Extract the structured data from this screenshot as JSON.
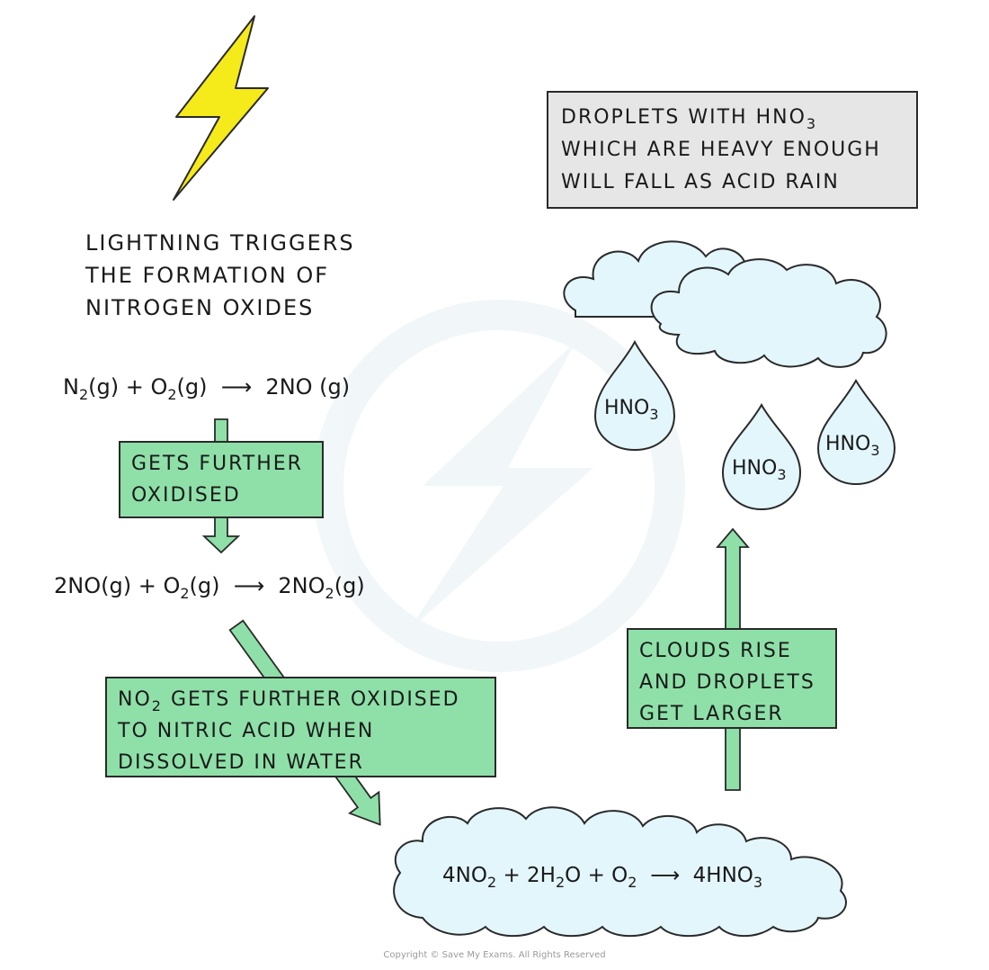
{
  "lightning": {
    "caption": [
      "LIGHTNING TRIGGERS",
      "THE FORMATION OF",
      "NITROGEN OXIDES"
    ]
  },
  "equation1": {
    "left": "N",
    "sub1": "2",
    "mid1": "(g) + O",
    "sub2": "2",
    "right": "(g)  ⟶  2NO (g)"
  },
  "step1_box": {
    "lines": [
      "GETS FURTHER",
      "OXIDISED"
    ]
  },
  "equation2": {
    "left": "2NO(g) + O",
    "sub1": "2",
    "mid": "(g)  ⟶  2NO",
    "sub2": "2",
    "right": "(g)"
  },
  "step2_box": {
    "l1a": "NO",
    "l1sub": "2",
    "l1b": " GETS FURTHER OXIDISED",
    "l2": "TO NITRIC ACID WHEN",
    "l3": "DISSOLVED IN WATER"
  },
  "equation3": {
    "a": "4NO",
    "asub": "2",
    "b": " + 2H",
    "bsub": "2",
    "c": "O + O",
    "csub": "2",
    "d": "  ⟶  4HNO",
    "dsub": "3"
  },
  "step3_box": {
    "lines": [
      "CLOUDS RISE",
      "AND DROPLETS",
      "GET LARGER"
    ]
  },
  "info_box": {
    "l1a": "DROPLETS WITH HNO",
    "l1sub": "3",
    "l2": "WHICH ARE HEAVY ENOUGH",
    "l3": "WILL FALL AS ACID RAIN"
  },
  "droplet_label": {
    "text": "HNO",
    "sub": "3"
  },
  "copyright": "Copyright © Save My Exams. All Rights Reserved",
  "colors": {
    "green_box": "#8ee0a8",
    "cloud": "#e3f6fc",
    "lightning": "#f5ea1a",
    "info_box": "#e6e6e6"
  },
  "icons": {
    "lightning": "lightning-bolt-icon",
    "cloud": "cloud-icon",
    "droplet": "raindrop-icon",
    "arrow": "arrow-icon"
  }
}
